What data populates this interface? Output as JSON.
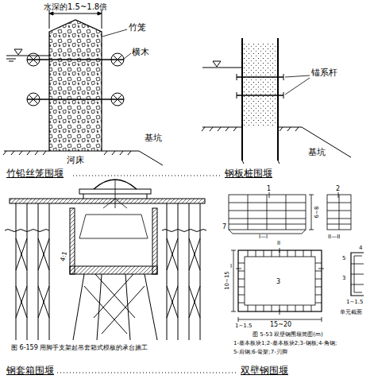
{
  "diagram": {
    "labels": [
      "水深的1.5~1.8倍",
      "竹笼",
      "横木",
      "基坑",
      "河床",
      "锚系杆",
      "基坑",
      "竹铅丝笼围堰",
      "钢板桩围堰",
      "4:1",
      "图 6-159 用脚手支架起吊套箱式模板的承台施工",
      "钢套箱围堰",
      "1",
      "2",
      "7",
      "I—I",
      "6~8",
      "II—II",
      "II",
      "I",
      "10~15",
      "3",
      "1~1.5",
      "15~20",
      "4",
      "5",
      "3",
      "1~1.5",
      "单元截面",
      "图 5-53 双壁钢围堰简图(m)",
      "1-基本板块1;2-基本板块2;3-钢板;4-角钢;",
      "5-肩钢;6-骨架;7-刃脚",
      "双壁钢围堰"
    ]
  }
}
